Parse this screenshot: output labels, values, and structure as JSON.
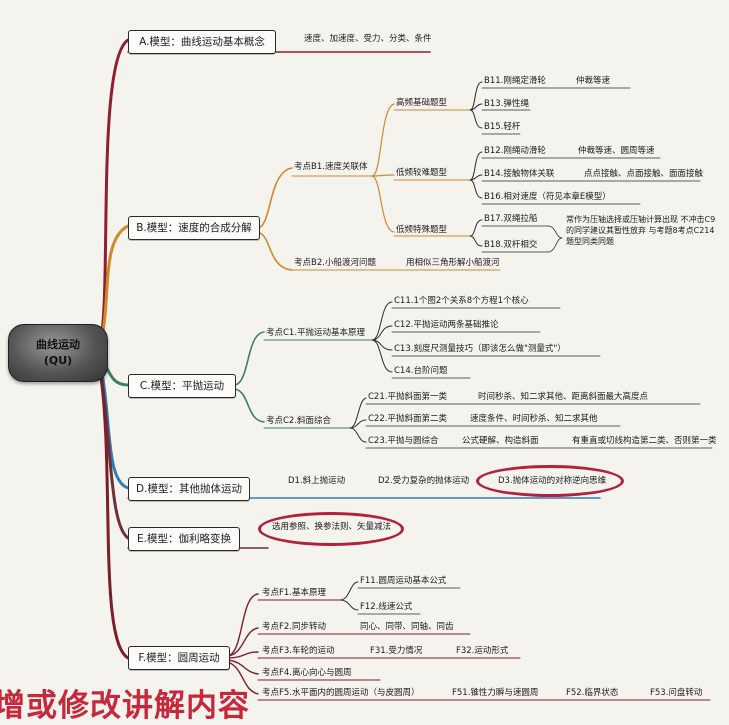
{
  "root": {
    "line1": "曲线运动",
    "line2": "(QU)"
  },
  "A": {
    "title": "A.模型：曲线运动基本概念",
    "note": "速度、加速度、受力、分类、条件"
  },
  "B": {
    "title": "B.模型：速度的合成分解",
    "b1": "考点B1.速度关联体",
    "g1": "高频基础题型",
    "b11": "B11.刚绳定滑轮",
    "b11n": "仲裁等速",
    "b13": "B13.弹性绳",
    "b15": "B15.轻杆",
    "g2": "低频较难题型",
    "b12": "B12.刚绳动滑轮",
    "b12n": "仲裁等速、圆周等速",
    "b14": "B14.接触物体关联",
    "b14n": "点点接触、点面接触、面面接触",
    "b16": "B16.相对速度（符见本章E模型）",
    "g3": "低频特殊题型",
    "b17": "B17.双绳拉船",
    "b18": "B18.双杆相交",
    "b_note": "常作为压轴选择或压轴计算出现 不冲击C9的同学建议其暂性放弃 与考题8考点C214题型同类同题",
    "b2": "考点B2.小船渡河问题",
    "b2n": "用相似三角形解小船渡河"
  },
  "C": {
    "title": "C.模型：平抛运动",
    "c1": "考点C1.平抛运动基本原理",
    "c11": "C11.1个图2个关系8个方程1个核心",
    "c12": "C12.平抛运动两条基础推论",
    "c13": "C13.刻度尺测量技巧（即该怎么做\"测量式\"）",
    "c14": "C14.台阶问题",
    "c2": "考点C2.斜面综合",
    "c21": "C21.平抛斜面第一类",
    "c21n": "时间秒杀、知二求其他、距离斜面最大高度点",
    "c22": "C22.平抛斜面第二类",
    "c22n": "速度条件、时间秒杀、知二求其他",
    "c23": "C23.平抛与圆综合",
    "c23n": "公式硬解、构造斜面",
    "c23n2": "有重直或切线构造第二类、否则第一类"
  },
  "D": {
    "title": "D.模型：其他抛体运动",
    "d1": "D1.斜上抛运动",
    "d2": "D2.受力复杂的抛体运动",
    "d3": "D3.抛体运动的对称逆向思维"
  },
  "E": {
    "title": "E.模型：伽利略变换",
    "note": "选用参照、换参法则、矢量减法"
  },
  "F": {
    "title": "F.模型：圆周运动",
    "f1": "考点F1.基本原理",
    "f11": "F11.圆周运动基本公式",
    "f12": "F12.线速公式",
    "f2": "考点F2.同步转动",
    "f2n": "同心、同带、同轴、同齿",
    "f3": "考点F3.车轮的运动",
    "f31": "F31.受力情况",
    "f32": "F32.运动形式",
    "f4": "考点F4.离心向心与圆周",
    "f5": "考点F5.水平面内的圆周运动（与皮圆周）",
    "f51": "F51.锥性力瞬与速圆周",
    "f52": "F52.临界状态",
    "f53": "F53.问盘转动"
  },
  "footer": "增或修改讲解内容",
  "colors": {
    "A": "#8e1f2f",
    "B": "#d08a2c",
    "C": "#3d7f5c",
    "D": "#2f7fb0",
    "E": "#6d2f3a",
    "F": "#7a1f2a",
    "leaf": "#2b2b2b",
    "highlight": "#b3203c"
  }
}
